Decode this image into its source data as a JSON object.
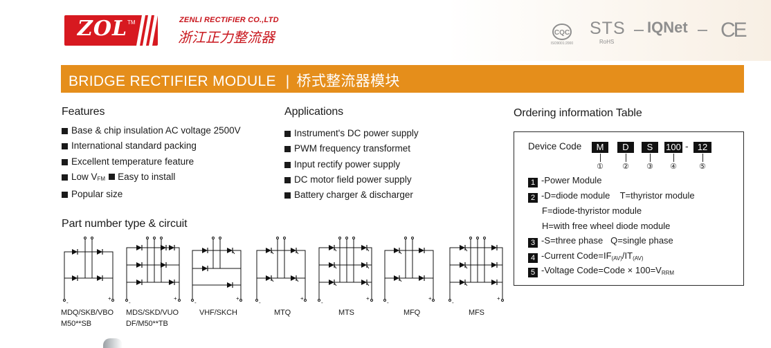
{
  "brand": {
    "logo_text": "ZOL",
    "logo_tm": "TM",
    "company_en": "ZENLI RECTIFIER CO.,LTD",
    "company_cn": "浙江正力整流器"
  },
  "certifications": {
    "cqc_text": "CQC",
    "cqc_sub": "ISO9001:2000",
    "sts_text": "STS",
    "sts_sub": "RoHS",
    "iqnet_text": "IQNet",
    "ce_text": "CE"
  },
  "title": {
    "en": "BRIDGE RECTIFIER MODULE",
    "separator": "|",
    "cn": "桥式整流器模块"
  },
  "features": {
    "heading": "Features",
    "items": [
      "Base & chip insulation AC voltage 2500V",
      "International standard packing",
      "Excellent temperature feature"
    ],
    "low_vfm_prefix": "Low V",
    "low_vfm_sub": "FM",
    "easy_install": "Easy to install",
    "last_item": "Popular size"
  },
  "applications": {
    "heading": "Applications",
    "items": [
      "Instrument's DC power supply",
      "PWM frequency transformet",
      "Input rectify power supply",
      "DC motor field power supply",
      "Battery charger & discharger"
    ]
  },
  "ordering": {
    "heading": "Ordering information Table",
    "device_code_label": "Device Code",
    "code_parts": [
      "M",
      "D",
      "S",
      "100",
      "12"
    ],
    "dash": "-",
    "code_numbers": [
      "①",
      "②",
      "③",
      "④",
      "⑤"
    ],
    "items": [
      {
        "num": "1",
        "text": "-Power Module"
      },
      {
        "num": "2",
        "text": "-D=diode module    T=thyristor module"
      },
      {
        "num": "3",
        "text": "-S=three phase   Q=single phase"
      }
    ],
    "item2_cont1": "F=diode-thyristor module",
    "item2_cont2": "H=with free wheel diode module",
    "item4_num": "4",
    "item4_a": "-Current Code=IF",
    "item4_sub1": "(AV)",
    "item4_b": "/IT",
    "item4_sub2": "(AV)",
    "item5_num": "5",
    "item5_a": "-Voltage Code=Code × 100=V",
    "item5_sub": "RRM"
  },
  "part_number": {
    "heading": "Part number type & circuit",
    "circuits": [
      {
        "line1": "MDQ/SKB/VBO",
        "line2": "M50**SB"
      },
      {
        "line1": "MDS/SKD/VUO",
        "line2": "DF/M50**TB"
      },
      {
        "line1": "VHF/SKCH",
        "line2": ""
      },
      {
        "line1": "MTQ",
        "line2": ""
      },
      {
        "line1": "MTS",
        "line2": ""
      },
      {
        "line1": "MFQ",
        "line2": ""
      },
      {
        "line1": "MFS",
        "line2": ""
      }
    ],
    "plus_sign": "+",
    "minus_sign": "-"
  }
}
